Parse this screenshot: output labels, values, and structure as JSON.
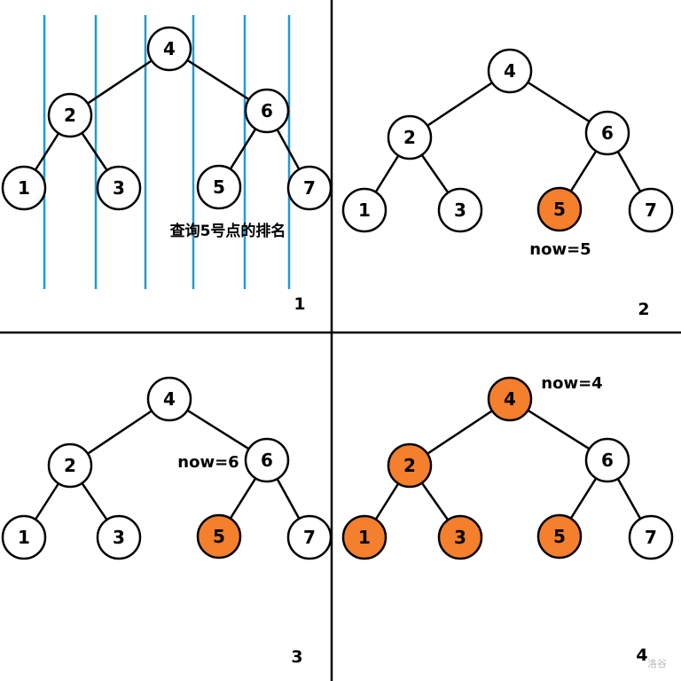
{
  "panels": [
    {
      "number": "1",
      "caption": "查询5号点的排名",
      "show_guides": true,
      "highlighted": [],
      "status": ""
    },
    {
      "number": "2",
      "caption": "",
      "show_guides": false,
      "highlighted": [
        "5"
      ],
      "status": "now=5"
    },
    {
      "number": "3",
      "caption": "",
      "show_guides": false,
      "highlighted": [
        "5"
      ],
      "status": "now=6"
    },
    {
      "number": "4",
      "caption": "",
      "show_guides": false,
      "highlighted": [
        "1",
        "2",
        "3",
        "4",
        "5"
      ],
      "status": "now=4"
    }
  ],
  "tree": {
    "nodes": [
      "4",
      "2",
      "6",
      "1",
      "3",
      "5",
      "7"
    ],
    "edges": [
      [
        "4",
        "2"
      ],
      [
        "4",
        "6"
      ],
      [
        "2",
        "1"
      ],
      [
        "2",
        "3"
      ],
      [
        "6",
        "5"
      ],
      [
        "6",
        "7"
      ]
    ]
  },
  "colors": {
    "highlight": "#f47f2c",
    "node_fill": "#ffffff",
    "stroke": "#000000",
    "guide": "#1e9bd7"
  },
  "watermark": "洛谷"
}
